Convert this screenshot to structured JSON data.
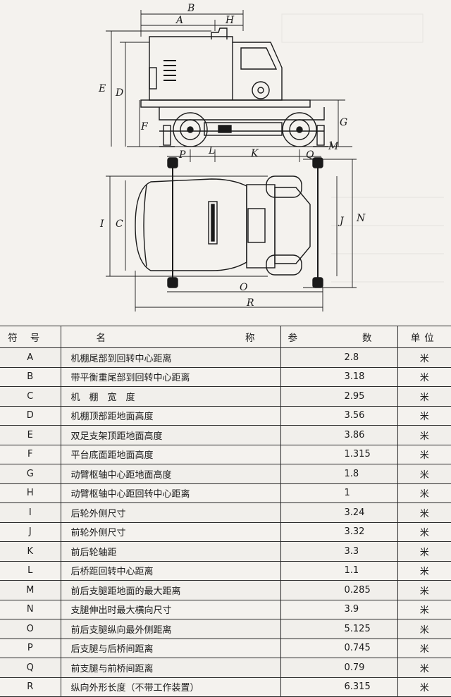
{
  "table": {
    "headers": {
      "symbol": "符号",
      "name_left": "名",
      "name_right": "称",
      "value_left": "参",
      "value_right": "数",
      "unit": "单位"
    },
    "rows": [
      {
        "sym": "A",
        "name": "机棚尾部到回转中心距离",
        "value": "2.8",
        "unit": "米"
      },
      {
        "sym": "B",
        "name": "带平衡重尾部到回转中心距离",
        "value": "3.18",
        "unit": "米"
      },
      {
        "sym": "C",
        "name": "机　棚　宽　度",
        "value": "2.95",
        "unit": "米"
      },
      {
        "sym": "D",
        "name": "机棚顶部距地面高度",
        "value": "3.56",
        "unit": "米"
      },
      {
        "sym": "E",
        "name": "双足支架顶距地面高度",
        "value": "3.86",
        "unit": "米"
      },
      {
        "sym": "F",
        "name": "平台底面距地面高度",
        "value": "1.315",
        "unit": "米"
      },
      {
        "sym": "G",
        "name": "动臂枢轴中心距地面高度",
        "value": "1.8",
        "unit": "米"
      },
      {
        "sym": "H",
        "name": "动臂枢轴中心距回转中心距离",
        "value": "1",
        "unit": "米"
      },
      {
        "sym": "I",
        "name": "后轮外侧尺寸",
        "value": "3.24",
        "unit": "米"
      },
      {
        "sym": "J",
        "name": "前轮外侧尺寸",
        "value": "3.32",
        "unit": "米"
      },
      {
        "sym": "K",
        "name": "前后轮轴距",
        "value": "3.3",
        "unit": "米"
      },
      {
        "sym": "L",
        "name": "后桥距回转中心距离",
        "value": "1.1",
        "unit": "米"
      },
      {
        "sym": "M",
        "name": "前后支腿距地面的最大距离",
        "value": "0.285",
        "unit": "米"
      },
      {
        "sym": "N",
        "name": "支腿伸出时最大横向尺寸",
        "value": "3.9",
        "unit": "米"
      },
      {
        "sym": "O",
        "name": "前后支腿纵向最外侧距离",
        "value": "5.125",
        "unit": "米"
      },
      {
        "sym": "P",
        "name": "后支腿与后桥间距离",
        "value": "0.745",
        "unit": "米"
      },
      {
        "sym": "Q",
        "name": "前支腿与前桥间距离",
        "value": "0.79",
        "unit": "米"
      },
      {
        "sym": "R",
        "name": "纵向外形长度（不带工作装置）",
        "value": "6.315",
        "unit": "米"
      }
    ]
  },
  "drawing": {
    "dimension_labels": [
      "B",
      "A",
      "H",
      "E",
      "D",
      "F",
      "G",
      "M",
      "P",
      "L",
      "K",
      "Q",
      "I",
      "C",
      "J",
      "N",
      "O",
      "R"
    ]
  }
}
